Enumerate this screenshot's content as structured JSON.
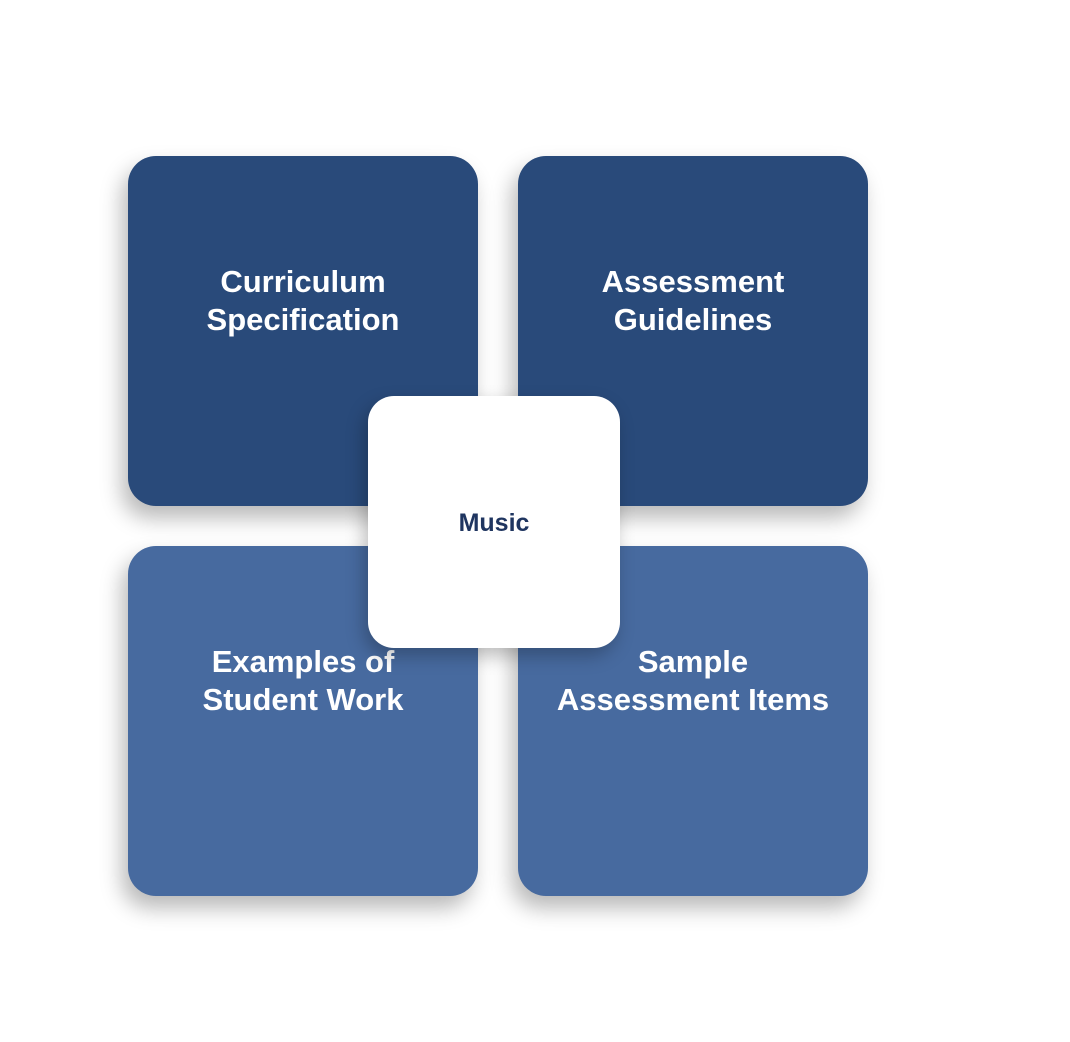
{
  "center": {
    "label": "Music",
    "text_color": "#1f3560"
  },
  "tiles": [
    {
      "label": "Curriculum\nSpecification",
      "color": "#294a7a"
    },
    {
      "label": "Assessment\nGuidelines",
      "color": "#294a7a"
    },
    {
      "label": "Examples of\nStudent Work",
      "color": "#476a9f"
    },
    {
      "label": "Sample\nAssessment Items",
      "color": "#476a9f"
    }
  ]
}
